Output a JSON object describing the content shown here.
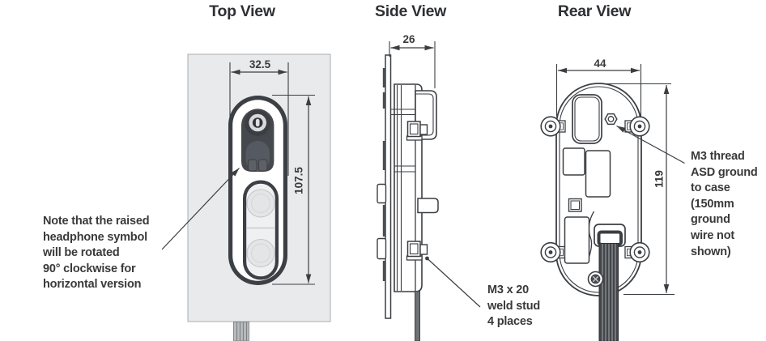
{
  "colors": {
    "line": "#3b3e42",
    "text": "#3a3a3a",
    "panel_fill": "#e9eaec",
    "device_dark": "#45484d",
    "cable_dark": "#43464a",
    "background": "#ffffff"
  },
  "headings": {
    "top": "Top View",
    "side": "Side View",
    "rear": "Rear View"
  },
  "top_view": {
    "dim_width": "32.5",
    "dim_height": "107.5",
    "note": "Note that the raised\nheadphone symbol\nwill be rotated\n90° clockwise for\nhorizontal version"
  },
  "side_view": {
    "dim_depth": "26",
    "callout": "M3 x 20\nweld stud\n4 places"
  },
  "rear_view": {
    "dim_width": "44",
    "dim_height": "119",
    "callout": "M3 thread\nASD ground\nto case\n(150mm\nground\nwire not\nshown)"
  }
}
